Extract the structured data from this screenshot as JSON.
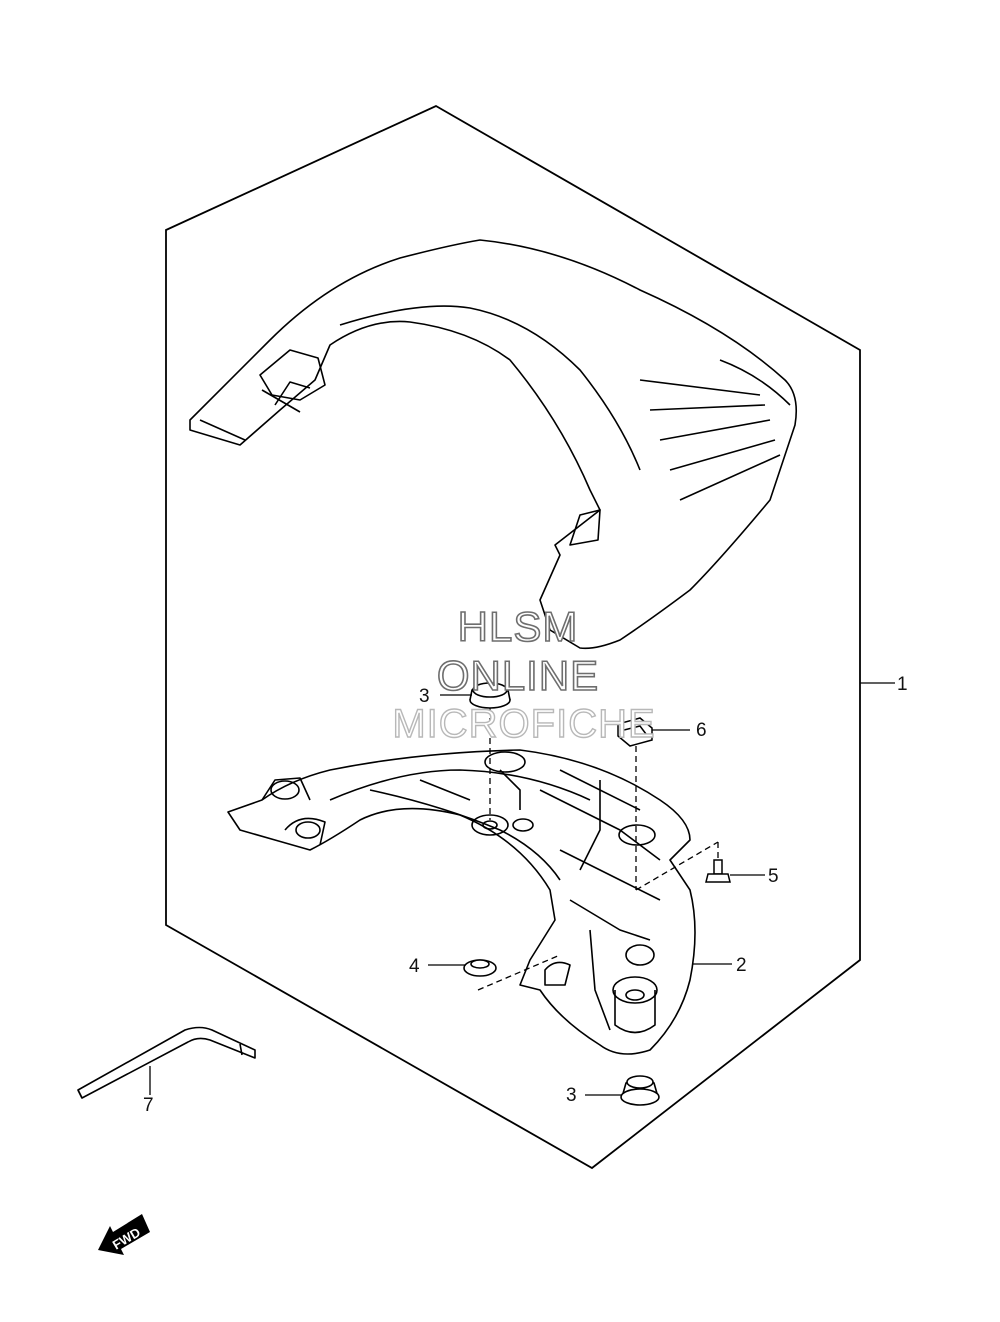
{
  "diagram": {
    "callouts": [
      {
        "id": "c1",
        "label": "1"
      },
      {
        "id": "c2",
        "label": "2"
      },
      {
        "id": "c3a",
        "label": "3"
      },
      {
        "id": "c3b",
        "label": "3"
      },
      {
        "id": "c4",
        "label": "4"
      },
      {
        "id": "c5",
        "label": "5"
      },
      {
        "id": "c6",
        "label": "6"
      },
      {
        "id": "c7",
        "label": "7"
      }
    ],
    "watermark": {
      "line1": "HLSM",
      "line2": "ONLINE",
      "line3": "MICROFICHE"
    },
    "direction_arrow": {
      "label": "FWD"
    },
    "colors": {
      "line": "#000000",
      "background": "#ffffff"
    }
  }
}
